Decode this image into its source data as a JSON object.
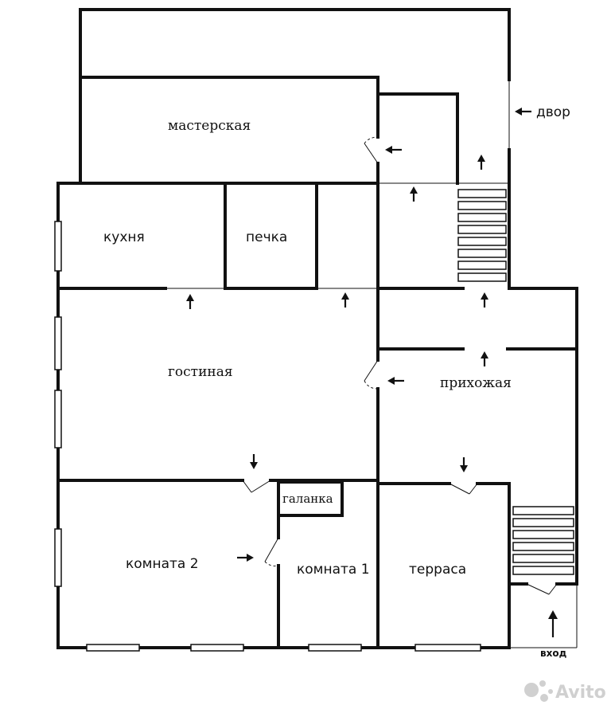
{
  "rooms": {
    "workshop": "мастерская",
    "kitchen": "кухня",
    "stove": "печка",
    "living_room": "гостиная",
    "hallway": "прихожая",
    "boiler": "галанка",
    "room_2": "комната 2",
    "room_1": "комната 1",
    "terrace": "терраса"
  },
  "exterior": {
    "yard": "двор",
    "entrance": "вход"
  },
  "watermark": {
    "brand": "Avito"
  },
  "colors": {
    "wall": "#111111",
    "background": "#ffffff",
    "watermark": "#d0d0d0"
  }
}
